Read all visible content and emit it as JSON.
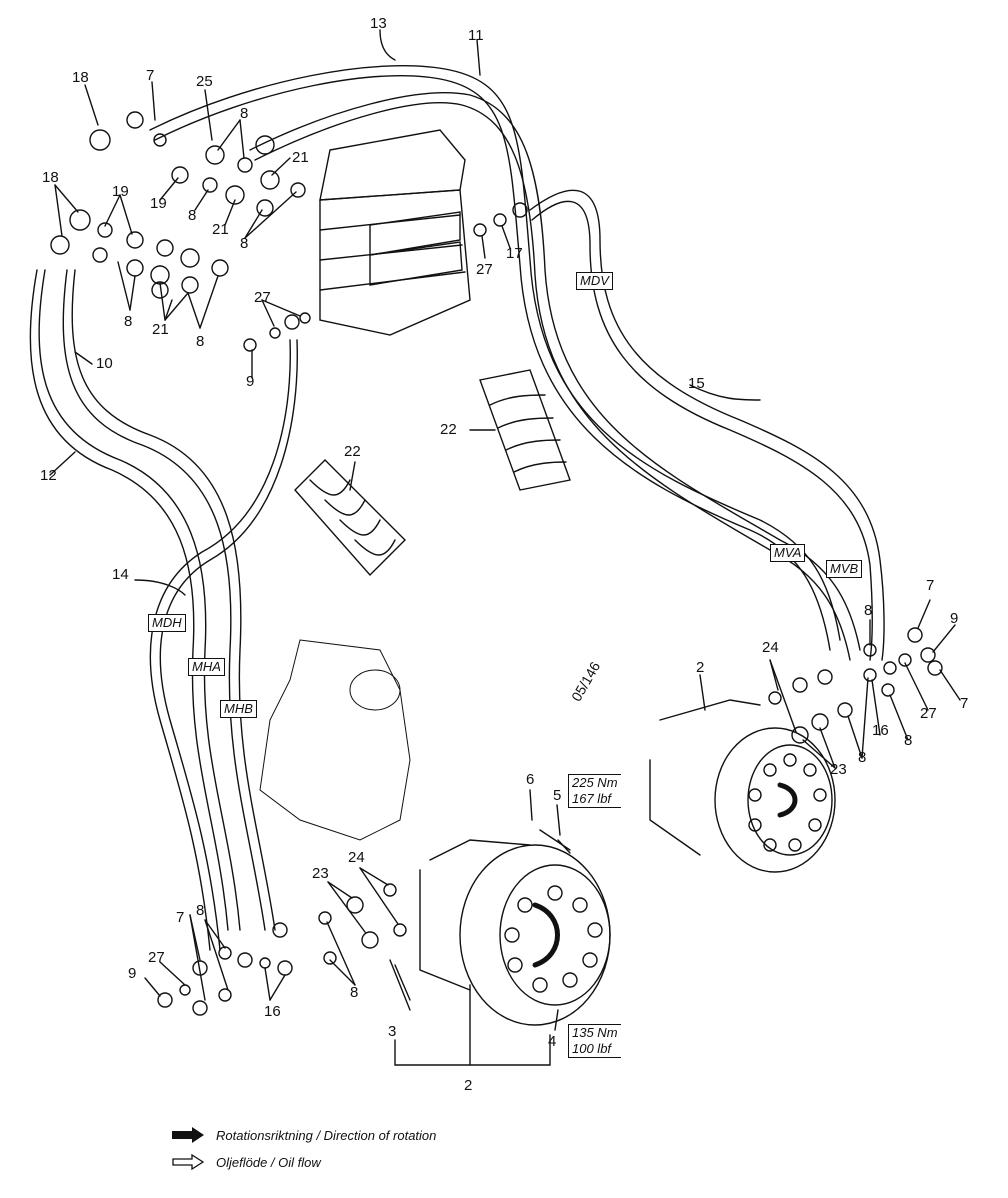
{
  "callouts": [
    "13",
    "11",
    "18",
    "7",
    "25",
    "8",
    "21",
    "19",
    "8",
    "21",
    "18",
    "19",
    "21",
    "8",
    "8",
    "27",
    "17",
    "27",
    "9",
    "10",
    "12",
    "22",
    "22",
    "15",
    "14",
    "MDH",
    "MHA",
    "MHB",
    "MDV",
    "MVA",
    "MVB",
    "2",
    "24",
    "8",
    "7",
    "9",
    "7",
    "27",
    "16",
    "8",
    "23",
    "8",
    "6",
    "5",
    "23",
    "24",
    "7",
    "8",
    "27",
    "9",
    "16",
    "8",
    "3",
    "4",
    "2"
  ],
  "hose_codes": {
    "mdv": "MDV",
    "mdh": "MDH",
    "mha": "MHA",
    "mhb": "MHB",
    "mva": "MVA",
    "mvb": "MVB"
  },
  "labels": {
    "n13": "13",
    "n11": "11",
    "n18a": "18",
    "n7a": "7",
    "n25": "25",
    "n8a": "8",
    "n21a": "21",
    "n19a": "19",
    "n8b": "8",
    "n21b": "21",
    "n18b": "18",
    "n19b": "19",
    "n8c": "8",
    "n21c": "21",
    "n8d": "8",
    "n27a": "27",
    "n17": "17",
    "n27b": "27",
    "n9a": "9",
    "n10": "10",
    "n12": "12",
    "n22a": "22",
    "n22b": "22",
    "n15": "15",
    "n14": "14",
    "n2a": "2",
    "n24a": "24",
    "n8e": "8",
    "n7b": "7",
    "n9b": "9",
    "n7c": "7",
    "n27c": "27",
    "n16a": "16",
    "n8f": "8",
    "n23a": "23",
    "n8g": "8",
    "n6": "6",
    "n5": "5",
    "n23b": "23",
    "n24b": "24",
    "n7d": "7",
    "n8h": "8",
    "n27d": "27",
    "n9c": "9",
    "n16b": "16",
    "n8i": "8",
    "n3": "3",
    "n4": "4",
    "n2b": "2"
  },
  "drawing_code": "05/146",
  "torque": {
    "top_nm": "225 Nm",
    "top_lbf": "167 lbf",
    "bottom_nm": "135 Nm",
    "bottom_lbf": "100 lbf"
  },
  "legend": {
    "rotation": "Rotationsriktning / Direction of rotation",
    "oil_flow": "Oljeflöde / Oil flow"
  }
}
